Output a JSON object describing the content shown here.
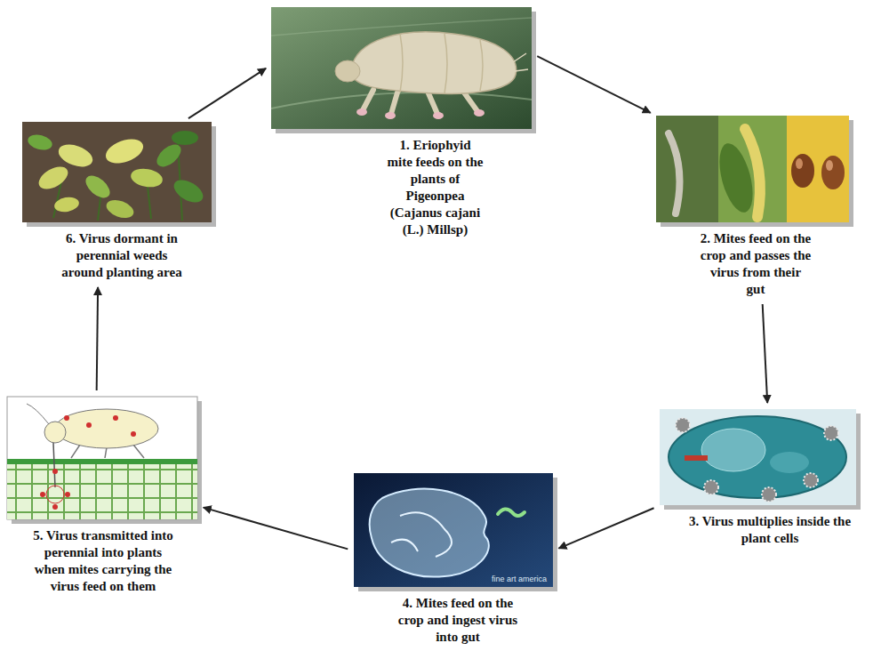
{
  "diagram": {
    "nodes": [
      {
        "text": [
          "1. Eriophyid mite feeds on the plants of Pigeonpea (Cajanus cajani (L.) Millsp)"
        ]
      },
      {
        "text": [
          "2. Mites feed on the crop and passes the virus from their gut"
        ]
      },
      {
        "text": [
          "3. Virus multiplies inside the plant cells"
        ]
      },
      {
        "text": [
          "4. Mites feed on the crop and ingest virus into gut"
        ]
      },
      {
        "text": [
          "5. Virus transmitted into perennial into plants when mites carrying the virus feed on them"
        ]
      },
      {
        "text": [
          "6. Virus dormant in perennial weeds around planting area"
        ]
      }
    ],
    "edges": [
      {
        "from": 0,
        "to": 1,
        "arrow": "to"
      },
      {
        "from": 1,
        "to": 2,
        "arrow": "to"
      },
      {
        "from": 2,
        "to": 3,
        "arrow": "to"
      },
      {
        "from": 3,
        "to": 4,
        "arrow": "to"
      },
      {
        "from": 4,
        "to": 5,
        "arrow": "to"
      },
      {
        "from": 5,
        "to": 0,
        "arrow": "to"
      }
    ],
    "labels": [
      "fine art america"
    ]
  }
}
